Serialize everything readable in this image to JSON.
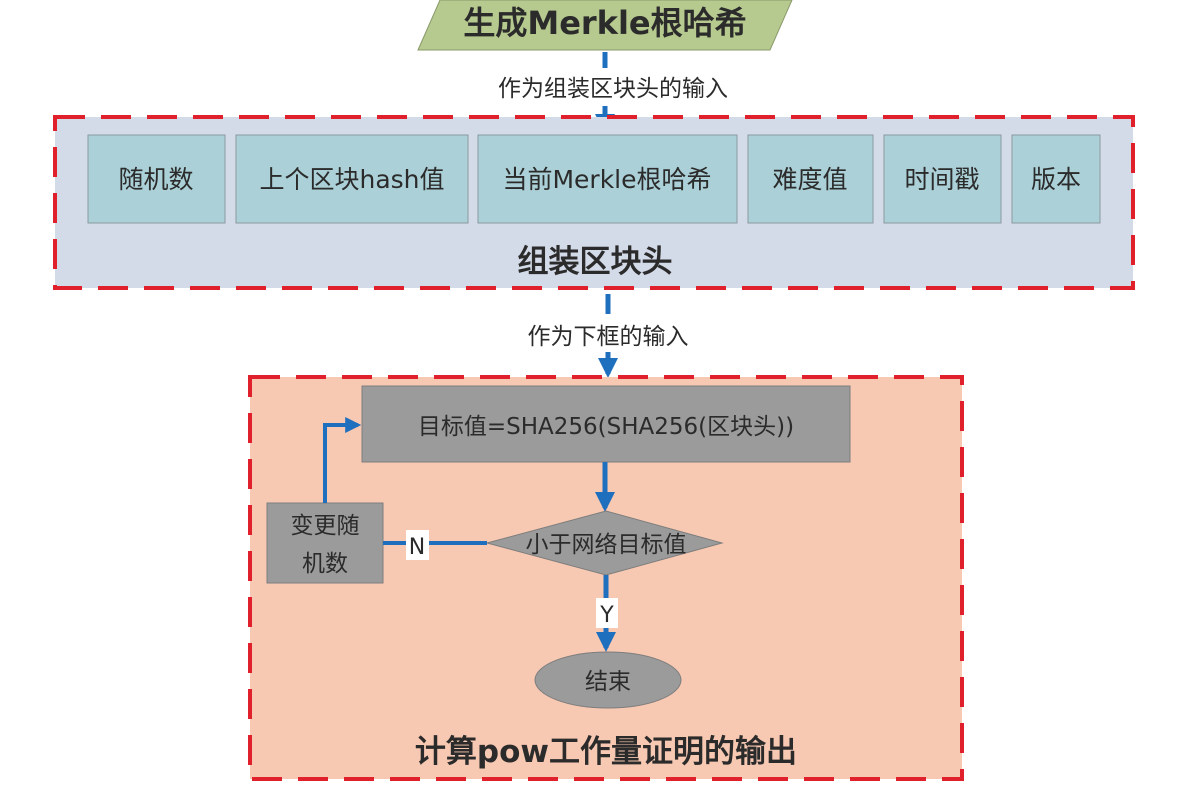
{
  "top": {
    "title": "生成Merkle根哈希",
    "edge_label": "作为组装区块头的输入"
  },
  "header_group": {
    "title": "组装区块头",
    "fields": [
      "随机数",
      "上个区块hash值",
      "当前Merkle根哈希",
      "难度值",
      "时间戳",
      "版本"
    ]
  },
  "middle_edge_label": "作为下框的输入",
  "pow_group": {
    "title": "计算pow工作量证明的输出",
    "compute": "目标值=SHA256(SHA256(区块头))",
    "decision": "小于网络目标值",
    "change_nonce_line1": "变更随",
    "change_nonce_line2": "机数",
    "no_label": "N",
    "yes_label": "Y",
    "end": "结束"
  },
  "colors": {
    "border": "#e0202a",
    "arrow": "#1f6fbf",
    "header_bg": "#d3dae8",
    "field_bg": "#abd0d7",
    "pow_bg": "#f8c9b2",
    "node": "#9b9b9b",
    "start": "#b6c98f"
  }
}
